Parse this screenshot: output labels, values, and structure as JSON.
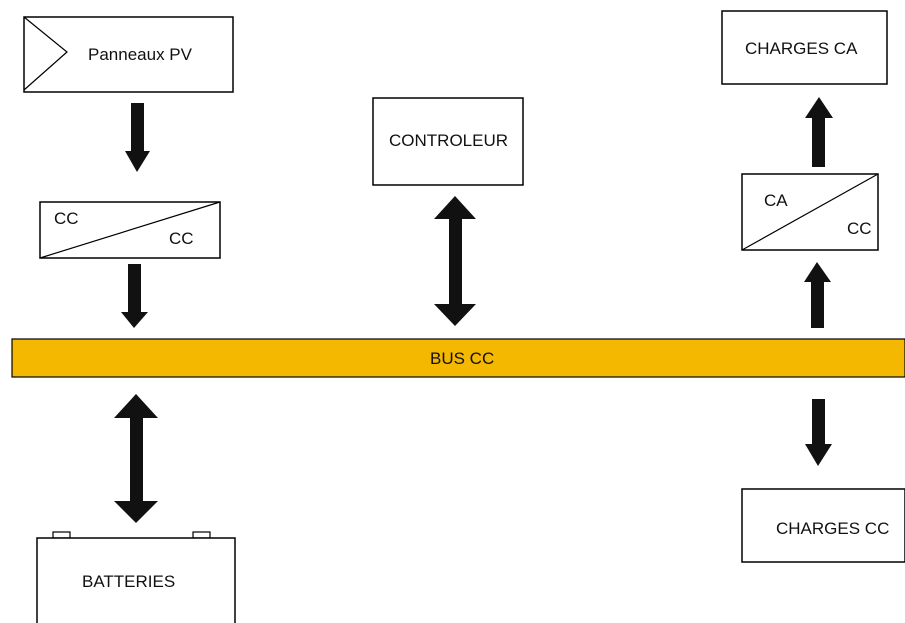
{
  "diagram": {
    "pv_panels": "Panneaux PV",
    "dc_dc_converter": {
      "top": "CC",
      "bottom": "CC"
    },
    "controller": "CONTROLEUR",
    "ac_loads": "CHARGES CA",
    "inverter": {
      "top": "CA",
      "bottom": "CC"
    },
    "bus": "BUS CC",
    "batteries": "BATTERIES",
    "dc_loads": "CHARGES CC"
  },
  "colors": {
    "bus_fill": "#F5B800",
    "stroke": "#000000",
    "arrow": "#111111"
  }
}
